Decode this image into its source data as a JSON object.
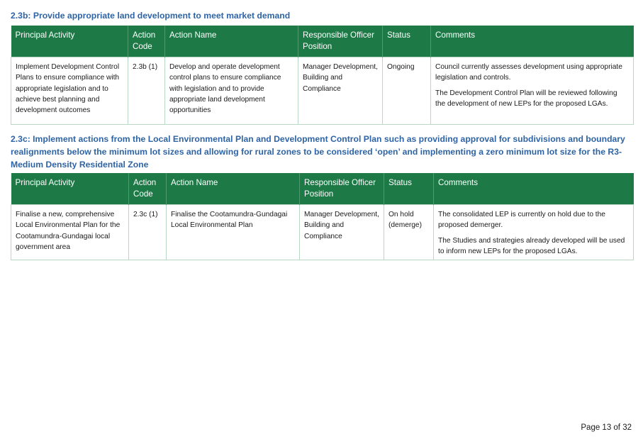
{
  "section1": {
    "heading": "2.3b: Provide appropriate land development to meet market demand",
    "columns": [
      "Principal Activity",
      "Action Code",
      "Action Name",
      "Responsible Officer Position",
      "Status",
      "Comments"
    ],
    "row": {
      "principal_activity": "Implement Development Control Plans to ensure compliance with appropriate legislation and to achieve best planning and development outcomes",
      "action_code": "2.3b (1)",
      "action_name": "Develop and operate development control plans to ensure compliance with legislation and to provide appropriate land development opportunities",
      "officer": "Manager Development, Building and Compliance",
      "status": "Ongoing",
      "comments": [
        "Council currently assesses development using appropriate legislation and controls.",
        "The Development Control Plan will be reviewed following the development of new LEPs for the proposed LGAs."
      ]
    }
  },
  "section2": {
    "heading": "2.3c: Implement actions from the Local Environmental Plan and Development Control Plan such as providing approval for subdivisions and boundary realignments below the minimum lot sizes and allowing for rural zones to be considered ‘open’ and implementing a zero minimum lot size for the R3-Medium Density Residential Zone",
    "columns": [
      "Principal Activity",
      "Action Code",
      "Action Name",
      "Responsible Officer Position",
      "Status",
      "Comments"
    ],
    "row": {
      "principal_activity": "Finalise a new, comprehensive Local Environmental Plan for the Cootamundra-Gundagai local government area",
      "action_code": "2.3c (1)",
      "action_name": "Finalise the Cootamundra-Gundagai Local Environmental Plan",
      "officer": "Manager Development, Building and Compliance",
      "status": "On hold (demerge)",
      "comments": [
        "The consolidated LEP is currently on hold due to the proposed demerger.",
        "The Studies and strategies already developed will be used to inform new LEPs for the proposed LGAs."
      ]
    }
  },
  "footer": {
    "page_label": "Page 13 of 32"
  },
  "colors": {
    "heading": "#2e64a6",
    "header_bg": "#1d7a47",
    "border": "#b9d8c6"
  }
}
